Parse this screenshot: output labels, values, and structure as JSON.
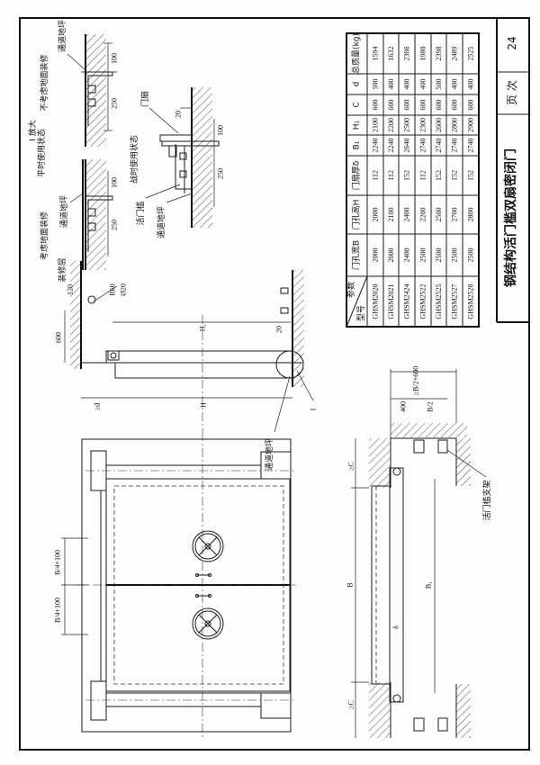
{
  "table": {
    "corner_params": "参数",
    "corner_model": "型号",
    "columns": [
      "门孔宽B",
      "门孔高H",
      "门扇厚δ",
      "B₁",
      "H₁",
      "C",
      "d",
      "总质量(kg)"
    ],
    "rows": [
      [
        "GHSM2020",
        "2000",
        "2000",
        "112",
        "2240",
        "2100",
        "600",
        "500",
        "1594"
      ],
      [
        "GHSM2021",
        "2000",
        "2100",
        "112",
        "2240",
        "2200",
        "600",
        "400",
        "1632"
      ],
      [
        "GHSM2424",
        "2400",
        "2400",
        "152",
        "2640",
        "2500",
        "600",
        "400",
        "2306"
      ],
      [
        "GHSM2522",
        "2500",
        "2200",
        "112",
        "2740",
        "2300",
        "600",
        "400",
        "1980"
      ],
      [
        "GHSM2525",
        "2500",
        "2500",
        "152",
        "2740",
        "2600",
        "600",
        "500",
        "2398"
      ],
      [
        "GHSM2527",
        "2500",
        "2700",
        "152",
        "2740",
        "2800",
        "600",
        "400",
        "2489"
      ],
      [
        "GHSM2528",
        "2500",
        "2800",
        "152",
        "2740",
        "2900",
        "600",
        "400",
        "2525"
      ]
    ]
  },
  "title_block": {
    "title": "钢结构活门槛双扇密闭门",
    "page_label": "页 次",
    "page_number": "24"
  },
  "detail": {
    "scale_label": "I 放大",
    "normal_state": "平时使用状态",
    "war_state": "战时使用状态",
    "no_finish": "不考虑地面装修",
    "with_finish": "考虑地面装修",
    "floor": "通道地坪",
    "finish_layer": "装修层",
    "door_leaf": "门扇",
    "threshold": "活门槛",
    "dim_100": "100",
    "dim_250": "250",
    "dim_20": "20"
  },
  "section": {
    "dim_120": "120",
    "r60": "R60",
    "phi20": "Ø20",
    "dim_600": "600",
    "h1": "H₁",
    "dim_20": "20",
    "h": "H",
    "ge_d": "≥d",
    "detail_mark": "I",
    "floor": "通道地坪"
  },
  "front": {
    "quarter_b": "B/4+100"
  },
  "plan": {
    "ge_c": "≥C",
    "b": "B",
    "b1": "B₁",
    "delta": "δ",
    "ge_half_b": "≥B/2+600",
    "dim_400": "400",
    "half_b": "B/2",
    "support": "活门槛支架"
  }
}
